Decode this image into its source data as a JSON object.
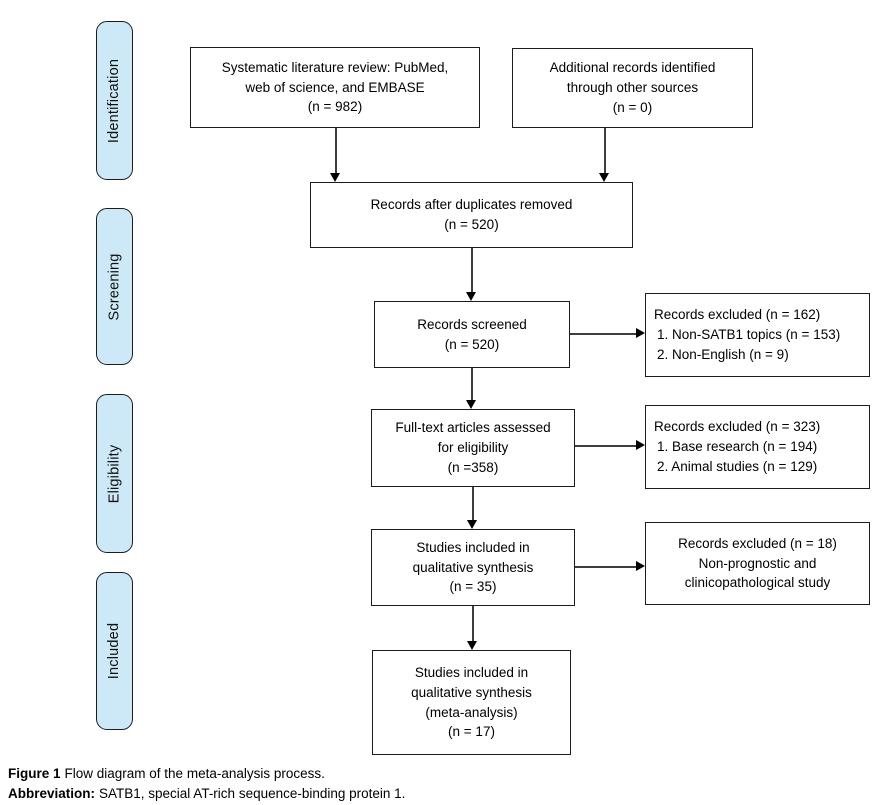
{
  "sidebar": {
    "items": [
      {
        "id": "identification",
        "label": "Identification"
      },
      {
        "id": "screening",
        "label": "Screening"
      },
      {
        "id": "eligibility",
        "label": "Eligibility"
      },
      {
        "id": "included",
        "label": "Included"
      }
    ]
  },
  "boxes": {
    "source_primary": {
      "lines": [
        "Systematic literature review: PubMed,",
        "web of science, and EMBASE",
        "(n = 982)"
      ]
    },
    "source_additional": {
      "lines": [
        "Additional records identified",
        "through other sources",
        "(n = 0)"
      ]
    },
    "deduplicated": {
      "lines": [
        "Records after duplicates removed",
        "(n = 520)"
      ]
    },
    "screened": {
      "lines": [
        "Records screened",
        "(n = 520)"
      ]
    },
    "excluded_screening": {
      "lines": [
        "Records excluded (n = 162)",
        "1. Non-SATB1 topics (n = 153)",
        "2. Non-English (n = 9)"
      ]
    },
    "fulltext": {
      "lines": [
        "Full-text articles assessed",
        "for eligibility",
        "(n =358)"
      ]
    },
    "excluded_fulltext": {
      "lines": [
        "Records excluded (n = 323)",
        "1. Base research (n = 194)",
        "2. Animal studies (n = 129)"
      ]
    },
    "qualitative": {
      "lines": [
        "Studies included in",
        "qualitative synthesis",
        "(n = 35)"
      ]
    },
    "excluded_qualitative": {
      "lines": [
        "Records excluded (n = 18)",
        "Non-prognostic and",
        "clinicopathological study"
      ]
    },
    "meta_analysis": {
      "lines": [
        "Studies included in",
        "qualitative synthesis",
        "(meta-analysis)",
        "(n = 17)"
      ]
    }
  },
  "caption": {
    "figure_label": "Figure 1",
    "figure_text": "Flow diagram of the meta-analysis process.",
    "abbreviation_label": "Abbreviation:",
    "abbreviation_text": "SATB1, special AT-rich sequence-binding protein 1."
  },
  "colors": {
    "stage_fill": "#cde9f7",
    "box_border": "#1c1c1c",
    "arrow_line": "#3d3d3d",
    "arrow_head": "#000000"
  }
}
